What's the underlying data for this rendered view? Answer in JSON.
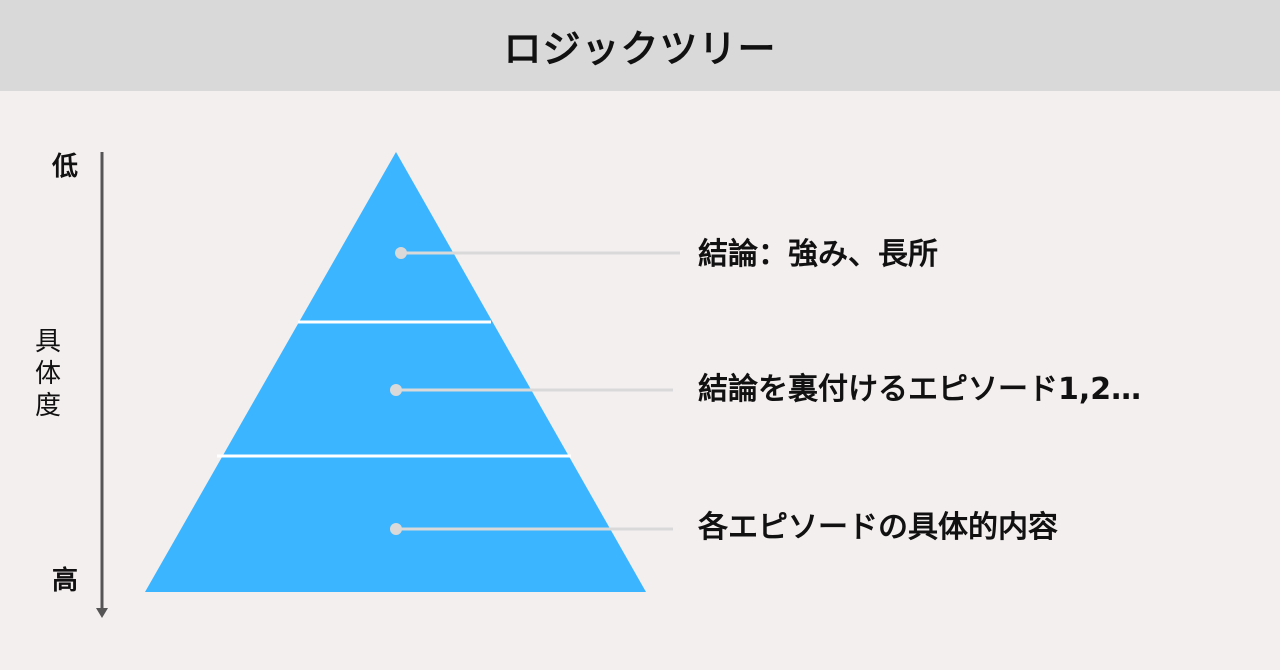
{
  "header": {
    "title": "ロジックツリー"
  },
  "axis": {
    "top_label": "低",
    "middle_label": "具\n体\n度",
    "bottom_label": "高",
    "arrow_color": "#555555"
  },
  "pyramid": {
    "fill_color": "#3bb5ff",
    "divider_color": "#ffffff",
    "connector_color": "#d9d9d9",
    "levels": [
      {
        "label": "結論：強み、長所"
      },
      {
        "label": "結論を裏付けるエピソード1,2…"
      },
      {
        "label": "各エピソードの具体的内容"
      }
    ]
  }
}
